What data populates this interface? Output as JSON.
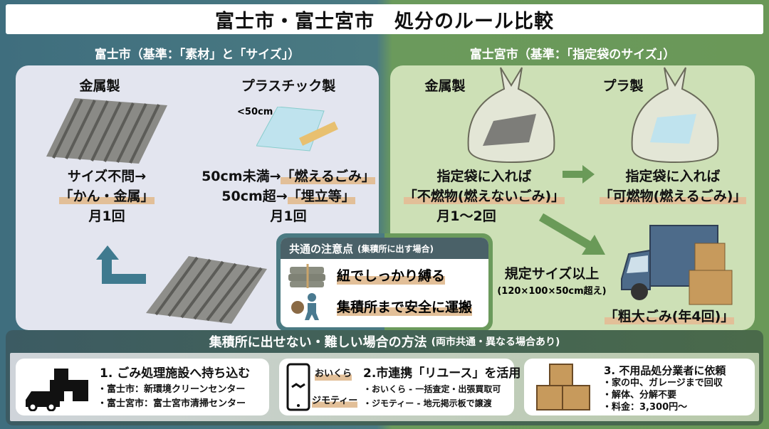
{
  "title": "富士市・富士宮市　処分のルール比較",
  "fuji": {
    "header": "富士市（基準：「素材」と「サイズ」）",
    "metal": {
      "label": "金属製",
      "line1": "サイズ不問→",
      "line2": "「かん・金属」",
      "line3": "月1回"
    },
    "plastic": {
      "label": "プラスチック製",
      "size_note": "<50cm",
      "line1a": "50cm未満→",
      "line1b": "「燃えるごみ」",
      "line2a": "50cm超→",
      "line2b": "「埋立等」",
      "line3": "月1回"
    }
  },
  "fujinomiya": {
    "header": "富士宮市（基準：「指定袋のサイズ」）",
    "metal": {
      "label": "金属製",
      "line1": "指定袋に入れば",
      "line2": "「不燃物(燃えないごみ)」",
      "line3": "月1〜2回"
    },
    "plastic": {
      "label": "プラ製",
      "line1": "指定袋に入れば",
      "line2": "「可燃物(燃えるごみ)」"
    },
    "oversize": {
      "line1": "規定サイズ以上",
      "line2": "(120×100×50cm超え)",
      "result": "「粗大ごみ(年4回)」"
    }
  },
  "common": {
    "title": "共通の注意点",
    "subtitle": "(集積所に出す場合)",
    "items": [
      "紐でしっかり縛る",
      "集積所まで安全に運搬"
    ]
  },
  "alternatives": {
    "title": "集積所に出せない・難しい場合の方法",
    "subtitle": "(両市共通・異なる場合あり)",
    "cards": [
      {
        "title": "1. ごみ処理施設へ持ち込む",
        "lines": [
          "・富士市：新環境クリーンセンター",
          "・富士宮市：富士宮市清掃センター"
        ]
      },
      {
        "title": "2.市連携「リユース」を活用",
        "tags": [
          "おいくら",
          "ジモティー"
        ],
        "lines": [
          "・おいくら - 一括査定・出張買取可",
          "・ジモティー - 地元掲示板で譲渡"
        ]
      },
      {
        "title": "3. 不用品処分業者に依頼",
        "lines": [
          "・家の中、ガレージまで回収",
          "・解体、分解不要",
          "・料金：3,300円〜"
        ]
      }
    ]
  }
}
